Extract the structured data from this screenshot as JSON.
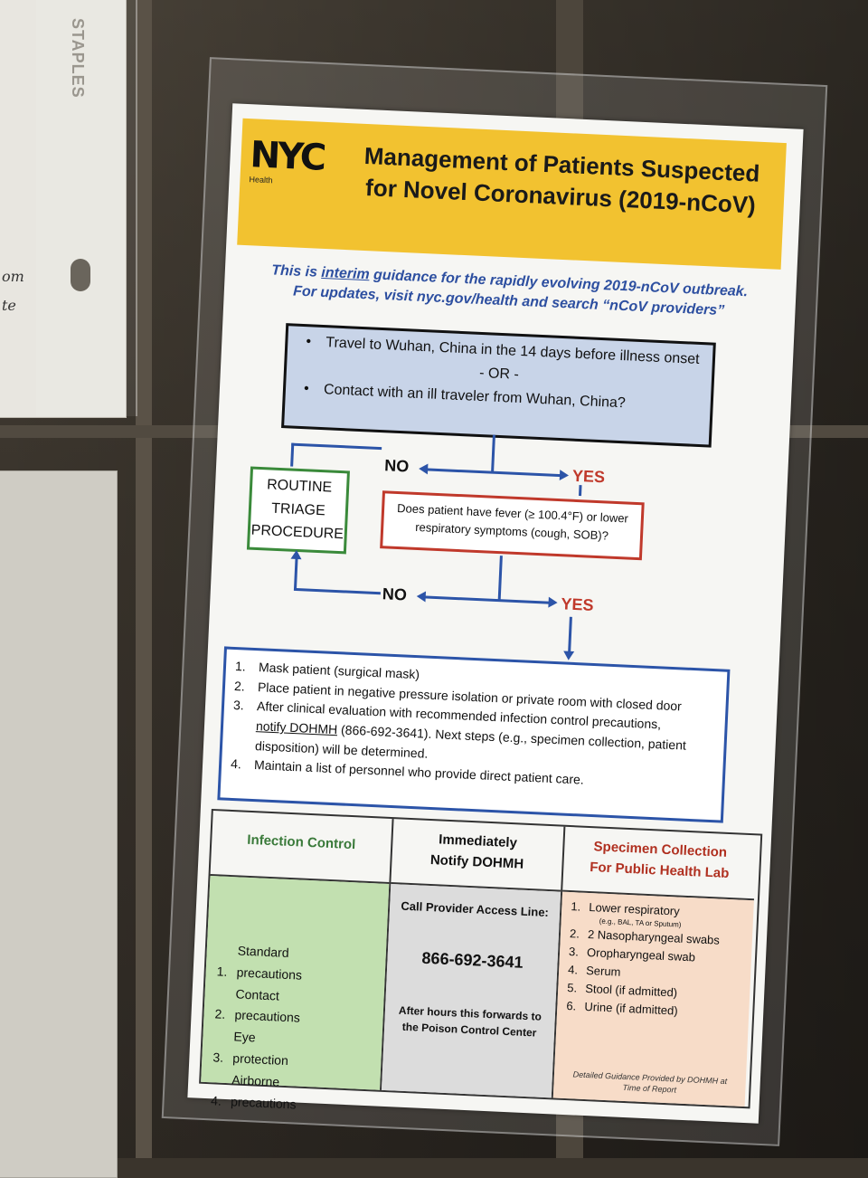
{
  "background": {
    "staples_label": "STAPLES",
    "side_text_1": "om",
    "side_text_2": "te"
  },
  "header": {
    "logo_mark": "NYC",
    "logo_sub": "Health",
    "title_line1": "Management of Patients Suspected",
    "title_line2": "for Novel Coronavirus (2019-nCoV)"
  },
  "interim": {
    "line1_pre": "This is ",
    "line1_underlined": "interim",
    "line1_post": " guidance for the rapidly evolving 2019-nCoV outbreak.",
    "line2": "For updates, visit nyc.gov/health and search “nCoV providers”"
  },
  "travel_box": {
    "bullet": "•",
    "item1": "Travel to Wuhan, China in the 14 days before illness onset",
    "or": "- OR -",
    "item2": "Contact with an ill traveler from Wuhan, China?"
  },
  "flow": {
    "no_label": "NO",
    "yes_label": "YES",
    "routine": [
      "ROUTINE",
      "TRIAGE",
      "PROCEDURE"
    ],
    "fever_line1": "Does patient have fever (≥ 100.4°F) or lower",
    "fever_line2": "respiratory symptoms (cough, SOB)?"
  },
  "steps": {
    "s1_n": "1.",
    "s1": "Mask patient (surgical mask)",
    "s2_n": "2.",
    "s2": "Place patient in negative pressure isolation or private room with closed door",
    "s3_n": "3.",
    "s3a": "After clinical evaluation with recommended infection control precautions,",
    "s3_notify": "notify DOHMH",
    "s3_phone": " (866-692-3641)",
    "s3b": ". Next steps (e.g., specimen collection, patient",
    "s3c": "disposition) will be determined.",
    "s4_n": "4.",
    "s4": "Maintain a list of personnel who provide direct patient care."
  },
  "grid": {
    "infection_head": "Infection Control",
    "notify_head_1": "Immediately",
    "notify_head_2": "Notify DOHMH",
    "specimen_head_1": "Specimen Collection",
    "specimen_head_2": "For Public Health Lab",
    "infection_items": [
      {
        "n": "1.",
        "t": "Standard precautions"
      },
      {
        "n": "2.",
        "t": "Contact precautions"
      },
      {
        "n": "3.",
        "t": "Eye protection"
      },
      {
        "n": "4.",
        "t": "Airborne precautions"
      }
    ],
    "call_line": "Call Provider Access Line:",
    "phone": "866-692-3641",
    "after_1": "After hours this forwards to",
    "after_2": "the Poison Control Center",
    "specimen_items": [
      {
        "n": "1.",
        "t": "Lower respiratory"
      },
      {
        "n": "2.",
        "t": "2 Nasopharyngeal swabs"
      },
      {
        "n": "3.",
        "t": "Oropharyngeal swab"
      },
      {
        "n": "4.",
        "t": "Serum"
      },
      {
        "n": "5.",
        "t": "Stool (if admitted)"
      },
      {
        "n": "6.",
        "t": "Urine (if admitted)"
      }
    ],
    "specimen_note": "(e.g., BAL, TA or Sputum)",
    "specimen_foot_1": "Detailed Guidance Provided by DOHMH at",
    "specimen_foot_2": "Time of Report"
  },
  "colors": {
    "header_yellow": "#f2c230",
    "flow_blue": "#2c54a8",
    "yes_red": "#c0392b",
    "routine_green": "#3a8a3a",
    "infection_green_bg": "#c2e0b0",
    "specimen_peach_bg": "#f7dcc8"
  }
}
